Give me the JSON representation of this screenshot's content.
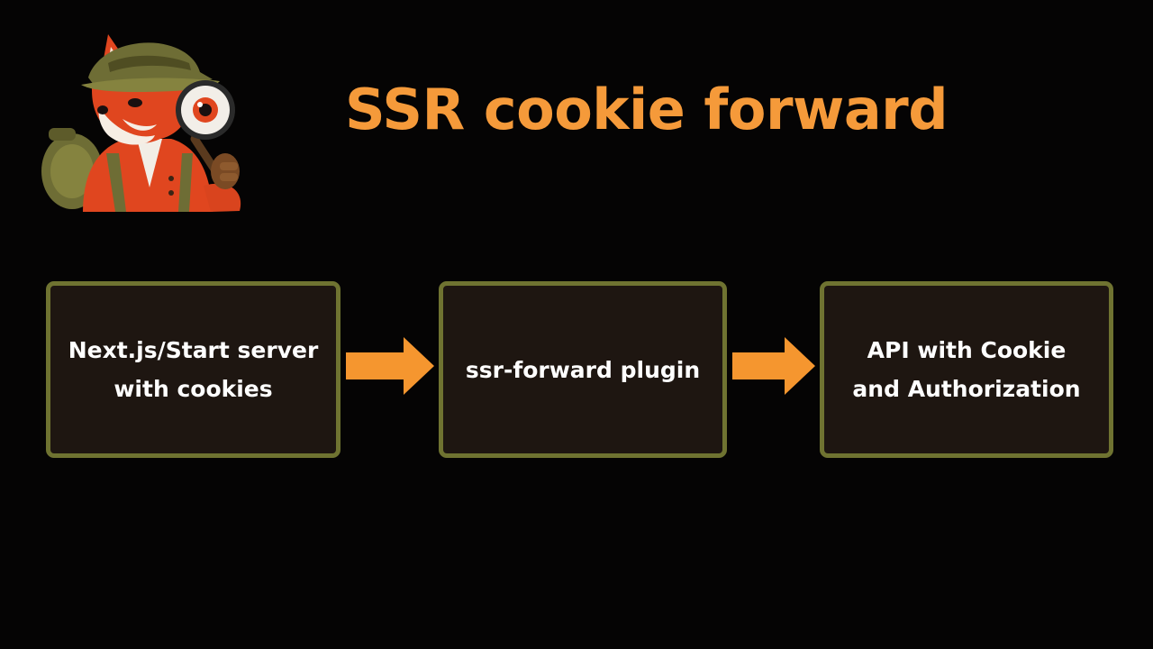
{
  "title": "SSR cookie forward",
  "colors": {
    "background": "#050404",
    "title": "#f59a3a",
    "box_border": "#6f7331",
    "box_fill": "#1e1611",
    "box_text": "#ffffff",
    "arrow": "#f5962f"
  },
  "mascot": {
    "icon": "fox-explorer-magnifier-icon"
  },
  "flow": {
    "nodes": [
      {
        "label": "Next.js/Start server\nwith cookies"
      },
      {
        "label": "ssr-forward plugin"
      },
      {
        "label": "API with Cookie\nand Authorization"
      }
    ],
    "edges": [
      {
        "from": 0,
        "to": 1
      },
      {
        "from": 1,
        "to": 2
      }
    ]
  }
}
